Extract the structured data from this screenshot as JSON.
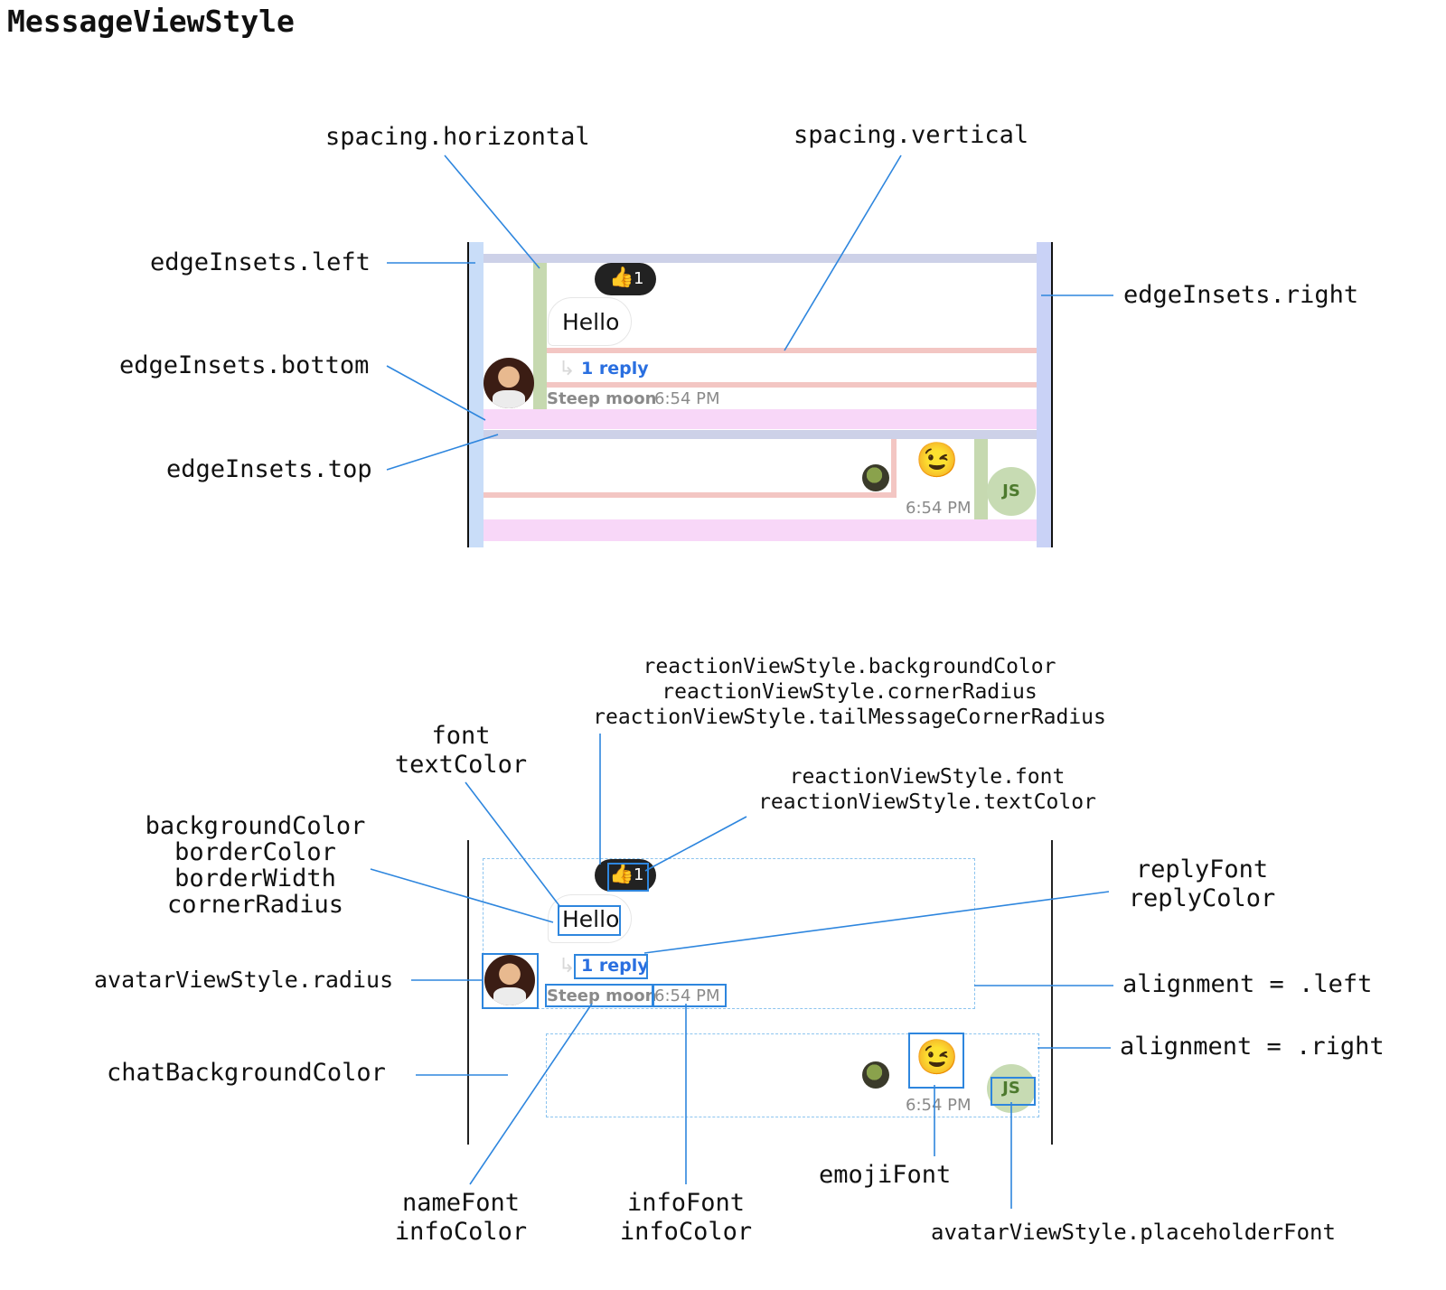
{
  "title": "MessageViewStyle",
  "labels": {
    "spacing_horizontal": "spacing.horizontal",
    "spacing_vertical": "spacing.vertical",
    "edge_left": "edgeInsets.left",
    "edge_right": "edgeInsets.right",
    "edge_bottom": "edgeInsets.bottom",
    "edge_top": "edgeInsets.top",
    "reaction_style": [
      "reactionViewStyle.backgroundColor",
      "reactionViewStyle.cornerRadius",
      "reactionViewStyle.tailMessageCornerRadius"
    ],
    "reaction_font": [
      "reactionViewStyle.font",
      "reactionViewStyle.textColor"
    ],
    "font": [
      "font",
      "textColor"
    ],
    "bubble_style": [
      "backgroundColor",
      "borderColor",
      "borderWidth",
      "cornerRadius"
    ],
    "reply": [
      "replyFont",
      "replyColor"
    ],
    "avatar_radius": "avatarViewStyle.radius",
    "alignment_left": "alignment = .left",
    "alignment_right": "alignment = .right",
    "chat_bg": "chatBackgroundColor",
    "name_font": [
      "nameFont",
      "infoColor"
    ],
    "info_font": [
      "infoFont",
      "infoColor"
    ],
    "emoji_font": "emojiFont",
    "placeholder_font": "avatarViewStyle.placeholderFont"
  },
  "message": {
    "text": "Hello",
    "reaction_emoji": "👍",
    "reaction_count": "1",
    "reply": "1 reply",
    "author": "Steep moon",
    "time": "6:54 PM",
    "reply_arrow": "↳"
  },
  "message2": {
    "emoji": "😉",
    "time": "6:54 PM",
    "avatar_initials": "JS"
  },
  "colors": {
    "edge_left_right": "#c9ddf8",
    "edge_top": "#cdd1e8",
    "edge_bottom": "#f8d7f8",
    "spacing_horizontal": "#c6d9b0",
    "spacing_vertical": "#f3c6c3",
    "leader_line": "#2e86de",
    "dashed_frame": "#8cc4ef"
  },
  "icons": [
    "thumbs-up-icon",
    "winking-face-icon",
    "reply-arrow-icon"
  ]
}
